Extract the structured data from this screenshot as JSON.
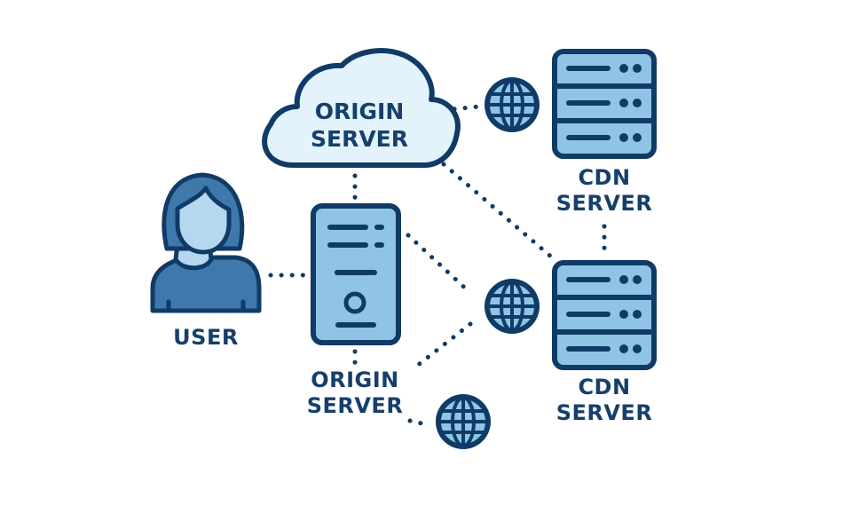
{
  "colors": {
    "outline": "#0f3b66",
    "fill_light": "#8fc4e6",
    "fill_cloud": "#e3f3fc",
    "fill_user": "#3f78ab",
    "fill_face": "#b5d8ef",
    "text": "#163f6b"
  },
  "nodes": {
    "cloud": {
      "label_line1": "ORIGIN",
      "label_line2": "SERVER",
      "icon": "cloud-icon"
    },
    "user": {
      "label": "USER",
      "icon": "user-icon"
    },
    "origin_server": {
      "label_line1": "ORIGIN",
      "label_line2": "SERVER",
      "icon": "server-tower-icon"
    },
    "cdn_top": {
      "label_line1": "CDN",
      "label_line2": "SERVER",
      "icon": "server-rack-icon"
    },
    "cdn_bottom": {
      "label_line1": "CDN",
      "label_line2": "SERVER",
      "icon": "server-rack-icon"
    },
    "globes": [
      "globe-icon",
      "globe-icon",
      "globe-icon"
    ]
  }
}
